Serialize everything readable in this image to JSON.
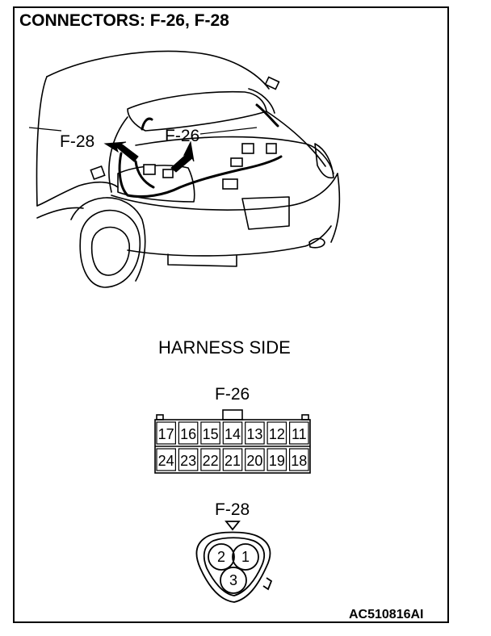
{
  "title": "CONNECTORS: F-26, F-28",
  "callouts": {
    "f28": "F-28",
    "f26": "F-26"
  },
  "harness_side": "HARNESS SIDE",
  "connector_f26": {
    "label": "F-26",
    "top_row": [
      "17",
      "16",
      "15",
      "14",
      "13",
      "12",
      "11"
    ],
    "bottom_row": [
      "24",
      "23",
      "22",
      "21",
      "20",
      "19",
      "18"
    ]
  },
  "connector_f28": {
    "label": "F-28",
    "pins": [
      "2",
      "1",
      "3"
    ]
  },
  "code": "AC510816AI"
}
